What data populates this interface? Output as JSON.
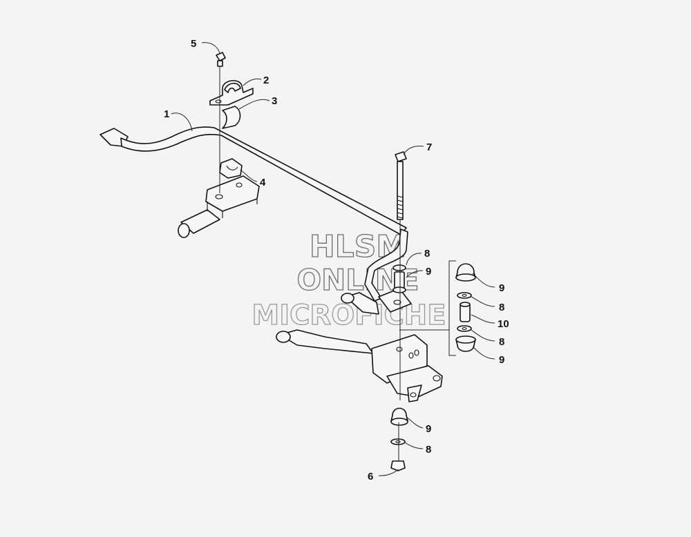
{
  "watermark": {
    "line1": "HLSM",
    "line2": "ONLINE",
    "line3": "MICROFICHE"
  },
  "callouts": {
    "c1": "1",
    "c2": "2",
    "c3": "3",
    "c4": "4",
    "c5": "5",
    "c6": "6",
    "c7": "7",
    "c8a": "8",
    "c9a": "9",
    "c9b": "9",
    "c8b": "8",
    "c10": "10",
    "c8c": "8",
    "c9c": "9",
    "c9d": "9",
    "c8d": "8"
  },
  "colors": {
    "line": "#111111",
    "background": "#f4f4f4"
  }
}
